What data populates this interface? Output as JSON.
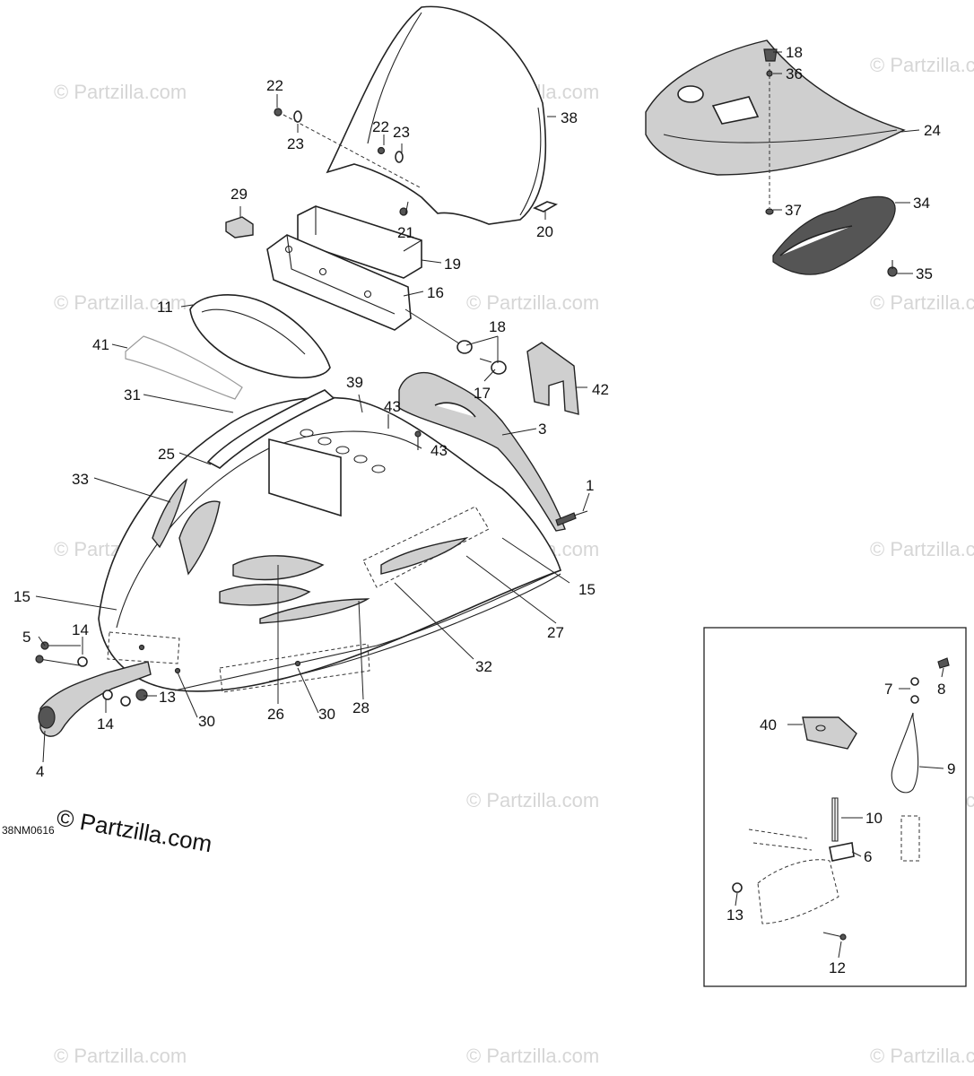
{
  "watermark": "© Partzilla.com",
  "copyright": "© Partzilla.com",
  "drawing_code": "38NM0616",
  "labels": {
    "n1": "1",
    "n3": "3",
    "n4": "4",
    "n5": "5",
    "n6": "6",
    "n7": "7",
    "n8": "8",
    "n9": "9",
    "n10": "10",
    "n11": "11",
    "n12": "12",
    "n13": "13",
    "n14": "14",
    "n15": "15",
    "n16": "16",
    "n17": "17",
    "n18": "18",
    "n19": "19",
    "n20": "20",
    "n21": "21",
    "n22": "22",
    "n23": "23",
    "n24": "24",
    "n25": "25",
    "n26": "26",
    "n27": "27",
    "n28": "28",
    "n29": "29",
    "n30": "30",
    "n31": "31",
    "n32": "32",
    "n33": "33",
    "n34": "34",
    "n35": "35",
    "n36": "36",
    "n37": "37",
    "n38": "38",
    "n39": "39",
    "n40": "40",
    "n41": "41",
    "n42": "42",
    "n43": "43"
  }
}
